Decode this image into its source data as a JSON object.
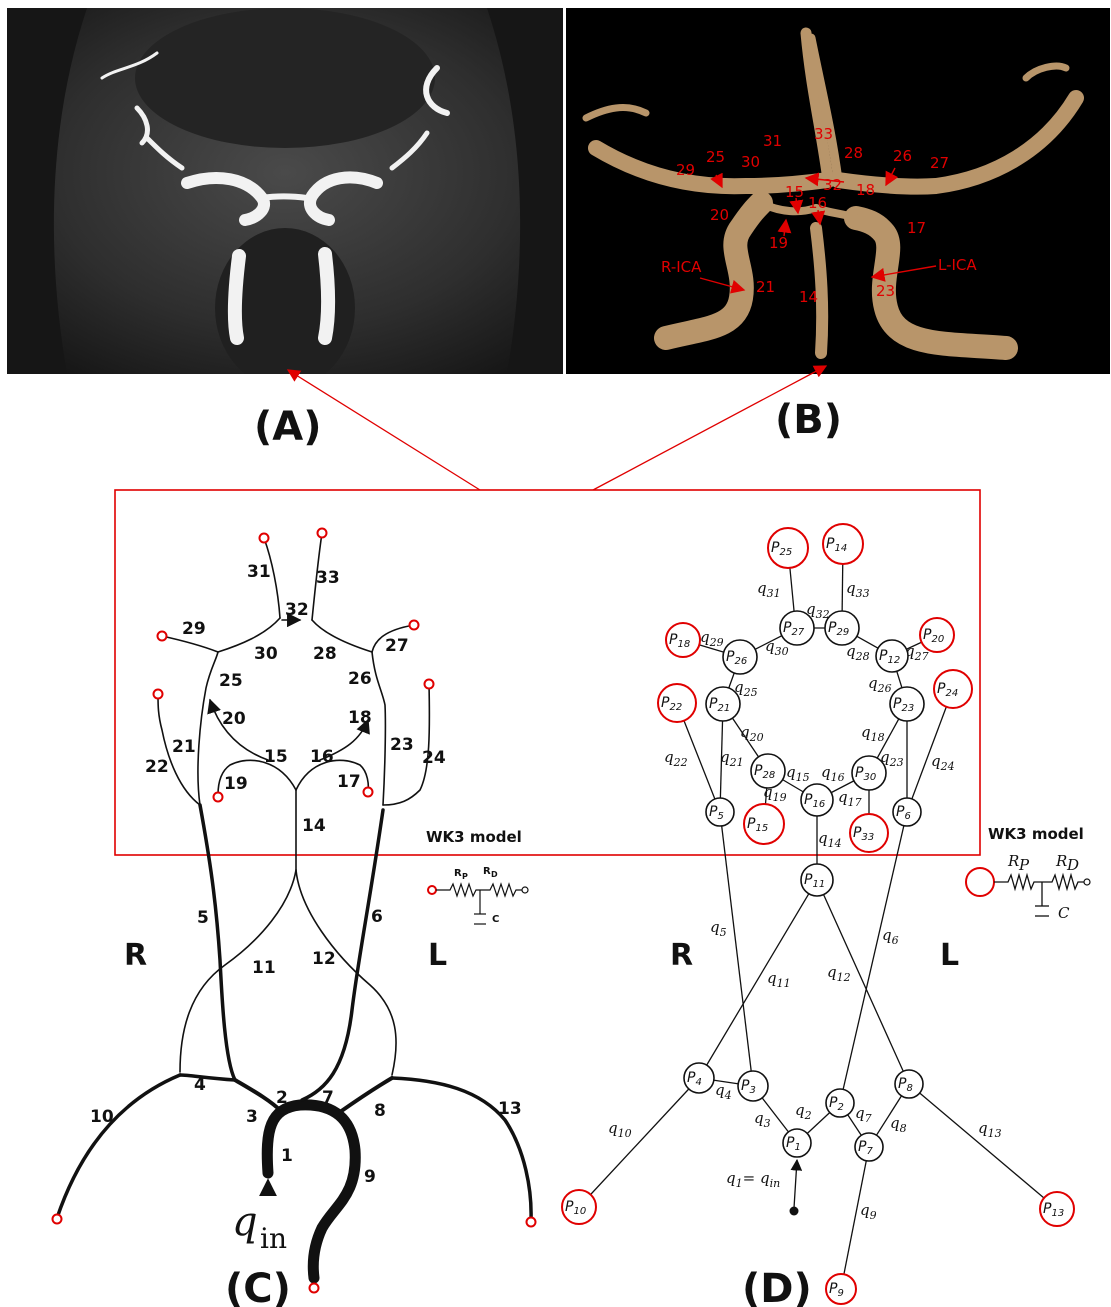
{
  "panels": {
    "a": "(A)",
    "b": "(B)",
    "c": "(C)",
    "d": "(D)"
  },
  "side_labels": {
    "right": "R",
    "left": "L"
  },
  "colors": {
    "highlight": "#e00000",
    "vessel_photo": "#c9a97a",
    "node_stroke": "#111111"
  },
  "panel_b_labels": {
    "segments": [
      "31",
      "33",
      "28",
      "26",
      "27",
      "25",
      "30",
      "29",
      "32",
      "15",
      "16",
      "18",
      "20",
      "17",
      "19",
      "21",
      "14",
      "23"
    ],
    "r_ica": "R-ICA",
    "l_ica": "L-ICA"
  },
  "panel_c": {
    "segments": [
      "31",
      "33",
      "32",
      "29",
      "30",
      "28",
      "27",
      "25",
      "26",
      "20",
      "18",
      "22",
      "21",
      "15",
      "16",
      "23",
      "24",
      "19",
      "17",
      "14",
      "5",
      "6",
      "11",
      "12",
      "4",
      "10",
      "3",
      "2",
      "7",
      "8",
      "13",
      "1",
      "9"
    ],
    "inflow": "q",
    "inflow_sub": "in"
  },
  "panel_d": {
    "nodes": [
      "25",
      "14",
      "27",
      "29",
      "18",
      "26",
      "12",
      "20",
      "22",
      "21",
      "23",
      "24",
      "28",
      "30",
      "16",
      "5",
      "15",
      "33",
      "6",
      "11",
      "4",
      "3",
      "2",
      "8",
      "1",
      "7",
      "10",
      "9",
      "13"
    ],
    "node_prefix": "P",
    "flow_prefix": "q",
    "flows": [
      "31",
      "33",
      "32",
      "29",
      "30",
      "28",
      "27",
      "25",
      "26",
      "20",
      "18",
      "22",
      "21",
      "15",
      "16",
      "23",
      "24",
      "19",
      "17",
      "14",
      "5",
      "6",
      "11",
      "12",
      "4",
      "3",
      "2",
      "7",
      "8",
      "10",
      "13",
      "9"
    ],
    "inflow_main": "q",
    "inflow_sub1": "1",
    "inflow_eq": "= q",
    "inflow_sub_in": "in"
  },
  "wk3": {
    "title": "WK3 model",
    "rp": "R",
    "rp_sub": "P",
    "rd": "R",
    "rd_sub": "D",
    "c": "C",
    "small_rp": "R",
    "small_rp_sub": "P",
    "small_rd": "R",
    "small_rd_sub": "D",
    "small_c": "C"
  }
}
